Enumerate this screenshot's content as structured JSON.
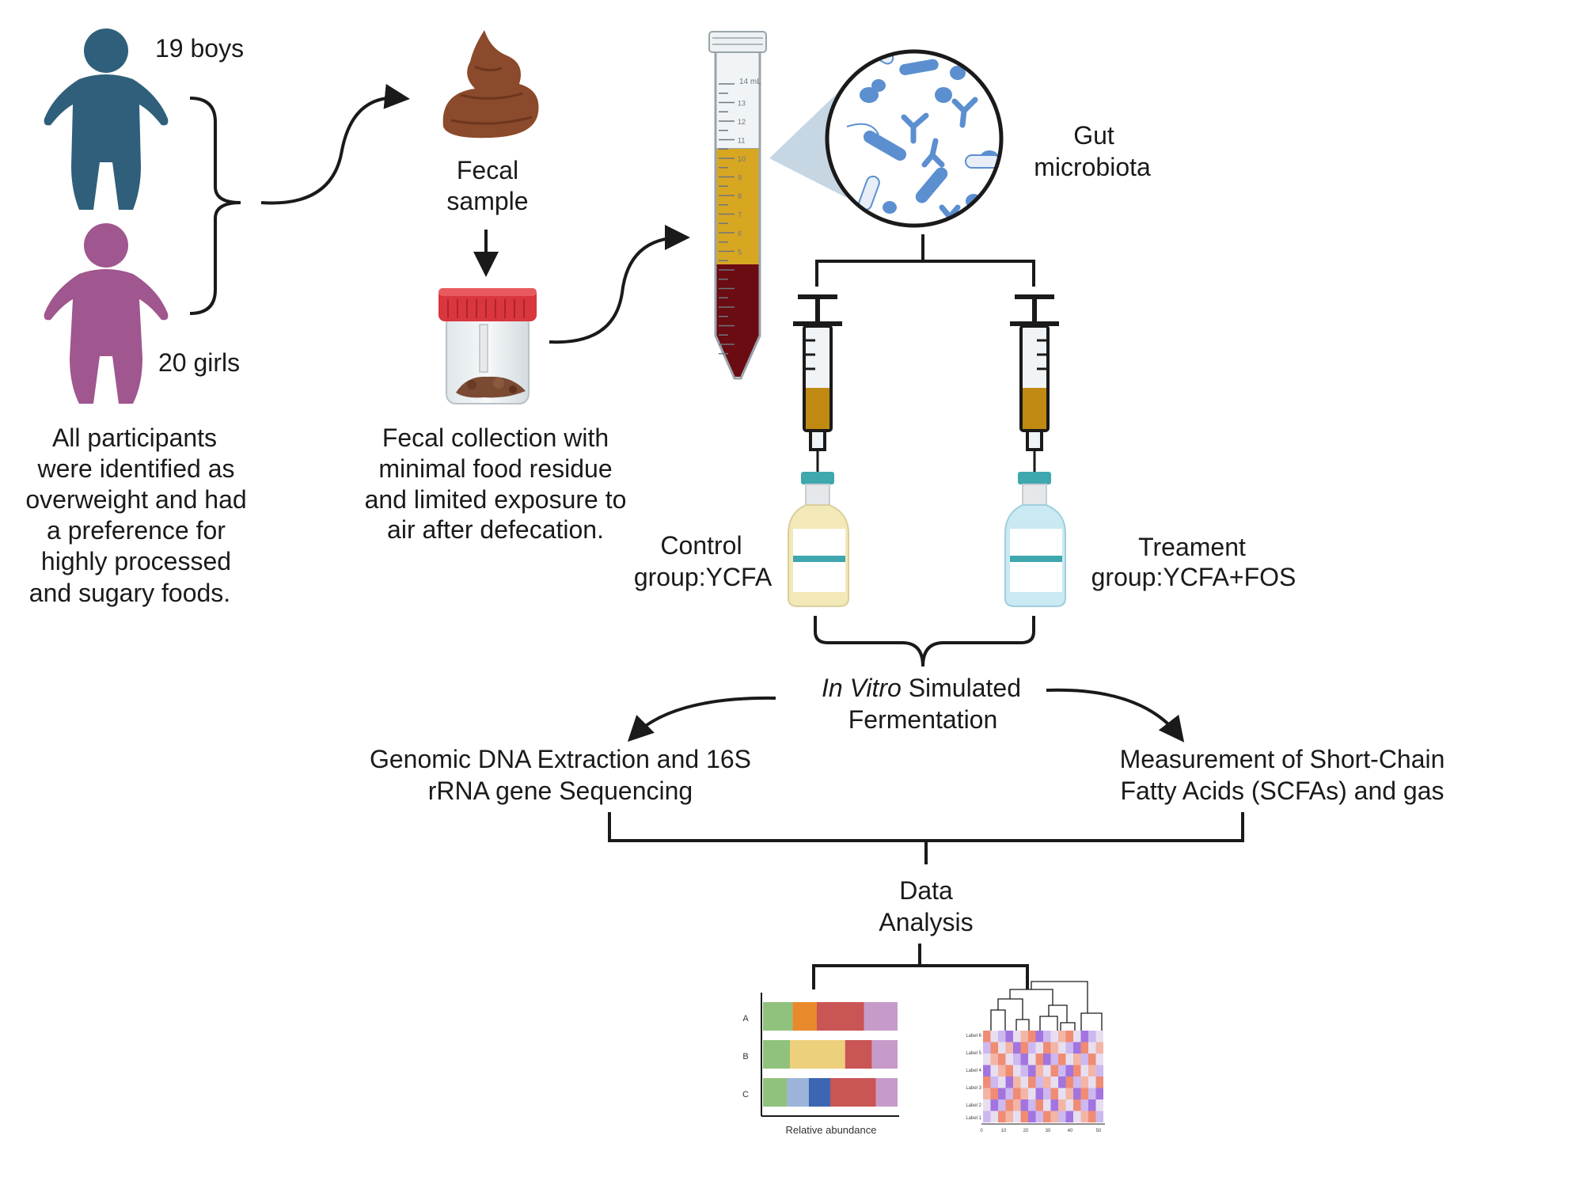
{
  "participants": {
    "boys_label": "19 boys",
    "girls_label": "20 girls",
    "description_lines": [
      "All participants",
      "were identified as",
      "overweight and had",
      "a preference for",
      "highly processed",
      "and sugary foods."
    ]
  },
  "sample": {
    "fecal_sample_lines": [
      "Fecal",
      "sample"
    ],
    "collection_lines": [
      "Fecal collection with",
      "minimal food residue",
      "and limited exposure to",
      "air after defecation."
    ]
  },
  "tube": {
    "unit_label": "14 mL",
    "ticks": [
      "14",
      "13",
      "12",
      "11",
      "10",
      "9",
      "8",
      "7",
      "6",
      "5"
    ]
  },
  "microbiota": {
    "lines": [
      "Gut",
      "microbiota"
    ]
  },
  "groups": {
    "control_lines": [
      "Control",
      "group:YCFA"
    ],
    "treatment_lines": [
      "Treament",
      "group:YCFA+FOS"
    ]
  },
  "fermentation": {
    "italic": "In Vitro",
    "rest": " Simulated",
    "line2": "Fermentation"
  },
  "dna": {
    "lines": [
      "Genomic DNA Extraction and 16S",
      "rRNA gene Sequencing"
    ]
  },
  "scfa": {
    "lines": [
      "Measurement of Short-Chain",
      "Fatty Acids (SCFAs) and gas"
    ]
  },
  "analysis": {
    "lines": [
      "Data",
      "Analysis"
    ]
  },
  "bar_chart": {
    "categories": [
      "A",
      "B",
      "C"
    ],
    "xlabel": "Relative abundance"
  },
  "heatmap": {
    "row_labels": [
      "Label 6",
      "Label 5",
      "Label 4",
      "Label 3",
      "Label 2",
      "Label 1"
    ],
    "col_labels": [
      "0",
      "10",
      "20",
      "30",
      "40",
      "50"
    ]
  },
  "colors": {
    "boy": "#2f5f7a",
    "girl": "#a0568e",
    "line": "#1a1a1a",
    "stool": "#8b4a2b",
    "cap_red": "#d9363e",
    "supernatant": "#d8a722",
    "sediment": "#6b0b12",
    "bacteria": "#5b8fd0"
  }
}
